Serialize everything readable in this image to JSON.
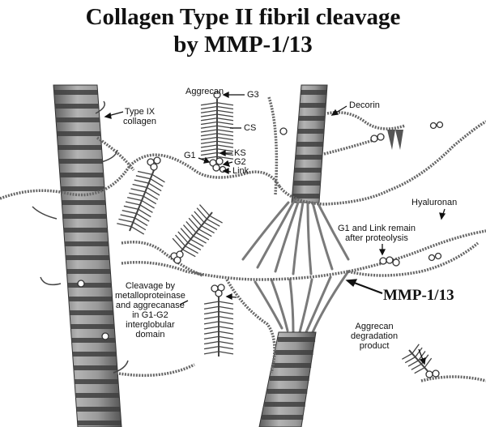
{
  "title": {
    "line1": "Collagen Type II fibril cleavage",
    "line2": "by MMP-1/13"
  },
  "labels": {
    "aggrecan": "Aggrecan",
    "g3": "G3",
    "type_ix_line1": "Type IX",
    "type_ix_line2": "collagen",
    "cs": "CS",
    "ks": "KS",
    "g1": "G1",
    "g2": "G2",
    "link": "Link",
    "decorin": "Decorin",
    "hyaluronan": "Hyaluronan",
    "g1_link_line1": "G1 and Link remain",
    "g1_link_line2": "after proteolysis",
    "cleavage_line1": "Cleavage by",
    "cleavage_line2": "metalloproteinase",
    "cleavage_line3": "and aggrecanase",
    "cleavage_line4": "in G1-G2",
    "cleavage_line5": "interglobular",
    "cleavage_line6": "domain",
    "degradation_line1": "Aggrecan",
    "degradation_line2": "degradation",
    "degradation_line3": "product",
    "mmp": "MMP-1/13"
  },
  "colors": {
    "fibril_fill": "#8c8c8c",
    "fibril_band": "#4a4a4a",
    "strand": "#555555",
    "text": "#111111"
  }
}
